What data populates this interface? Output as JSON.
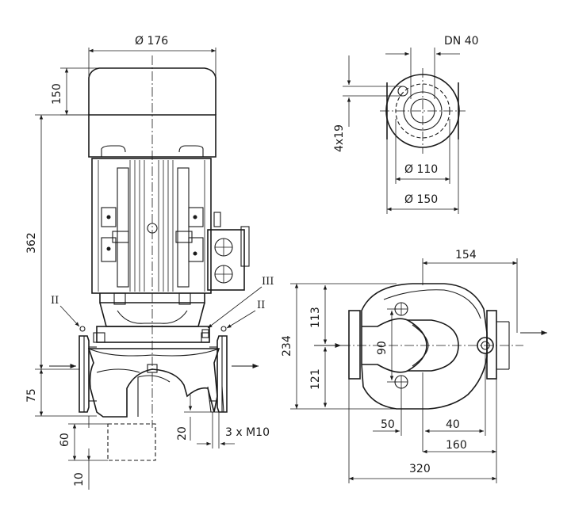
{
  "dimensions": {
    "motor_diameter": "Ø 176",
    "motor_top_height": "150",
    "total_height": "362",
    "flange_height": "75",
    "base_height": "60",
    "base_offset": "10",
    "foot_height": "20",
    "bolts": "3 x M10",
    "nominal_diameter": "DN 40",
    "flange_holes": "4x19",
    "bolt_circle": "Ø 110",
    "flange_diameter": "Ø 150",
    "side_width_top": "154",
    "side_height_total": "234",
    "side_upper": "113",
    "side_lower": "121",
    "side_hole_spacing": "90",
    "foot_offset_a": "50",
    "foot_offset_b": "40",
    "half_length": "160",
    "installation_length": "320"
  },
  "labels": {
    "pos_left": "II",
    "pos_right": "II",
    "pos_top": "III"
  }
}
